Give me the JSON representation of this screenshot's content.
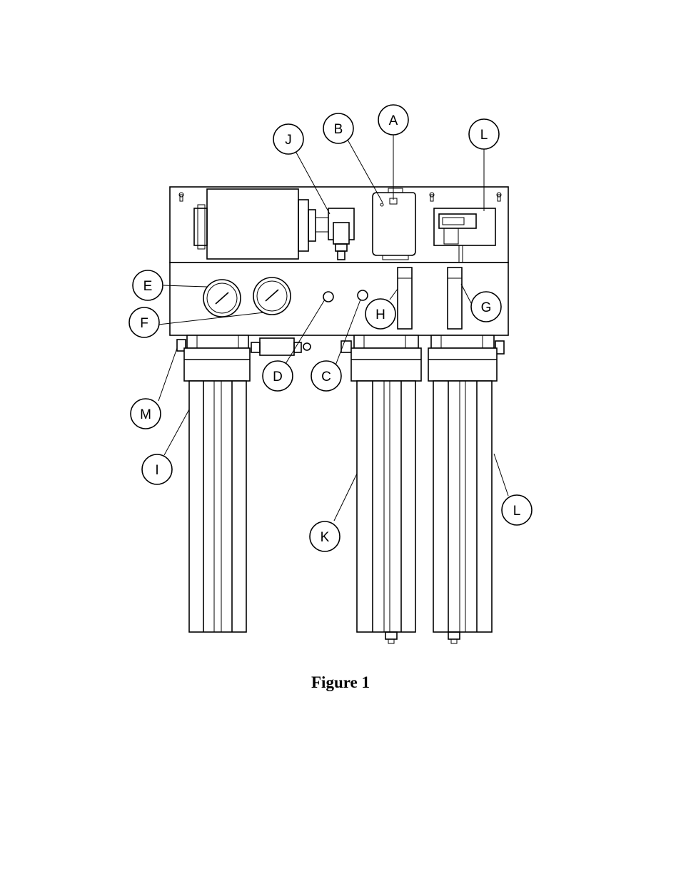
{
  "figure": {
    "caption": "Figure 1"
  },
  "callouts": {
    "A": "A",
    "B": "B",
    "C": "C",
    "D": "D",
    "E": "E",
    "F": "F",
    "G": "G",
    "H": "H",
    "I": "I",
    "J": "J",
    "K": "K",
    "L_top": "L",
    "L_bottom": "L",
    "M": "M"
  }
}
